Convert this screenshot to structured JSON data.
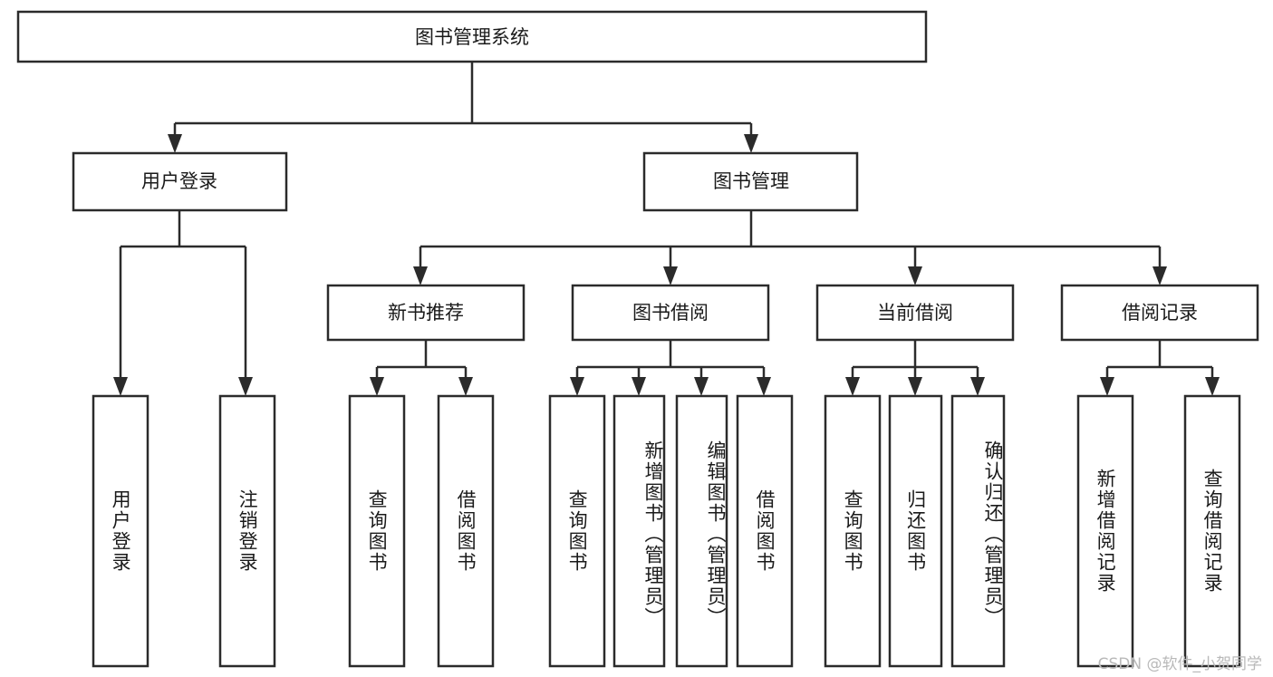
{
  "diagram": {
    "title": "图书管理系统",
    "type": "tree",
    "orientation": "top-down",
    "root": {
      "id": "root",
      "label": "图书管理系统",
      "children": [
        {
          "id": "user-login",
          "label": "用户登录",
          "children": [
            {
              "id": "user-login-do",
              "label": "用户登录"
            },
            {
              "id": "user-logout",
              "label": "注销登录"
            }
          ]
        },
        {
          "id": "book-manage",
          "label": "图书管理",
          "children": [
            {
              "id": "new-book-recommend",
              "label": "新书推荐",
              "children": [
                {
                  "id": "query-book-1",
                  "label": "查询图书"
                },
                {
                  "id": "borrow-book-1",
                  "label": "借阅图书"
                }
              ]
            },
            {
              "id": "book-borrow",
              "label": "图书借阅",
              "children": [
                {
                  "id": "query-book-2",
                  "label": "查询图书"
                },
                {
                  "id": "add-book",
                  "label": "新增图书（管理员）"
                },
                {
                  "id": "edit-book",
                  "label": "编辑图书（管理员）"
                },
                {
                  "id": "borrow-book-2",
                  "label": "借阅图书"
                }
              ]
            },
            {
              "id": "current-borrow",
              "label": "当前借阅",
              "children": [
                {
                  "id": "query-book-3",
                  "label": "查询图书"
                },
                {
                  "id": "return-book",
                  "label": "归还图书"
                },
                {
                  "id": "confirm-return",
                  "label": "确认归还（管理员）"
                }
              ]
            },
            {
              "id": "borrow-record",
              "label": "借阅记录",
              "children": [
                {
                  "id": "add-borrow-record",
                  "label": "新增借阅记录"
                },
                {
                  "id": "query-borrow-record",
                  "label": "查询借阅记录"
                }
              ]
            }
          ]
        }
      ]
    }
  },
  "colors": {
    "stroke": "#2b2b2b",
    "fill": "#ffffff",
    "text": "#1a1a1a",
    "watermark": "#b9b9b9"
  },
  "watermark": {
    "text": "CSDN @软件_小贺同学"
  }
}
